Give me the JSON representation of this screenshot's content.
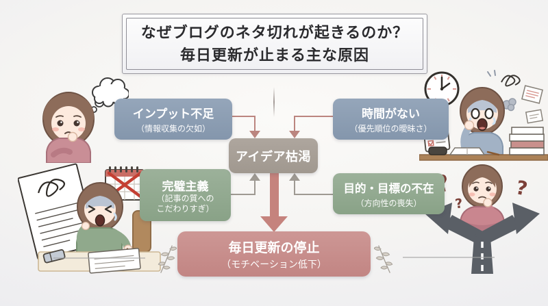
{
  "title": {
    "line1": "なぜブログのネタ切れが起きるのか？",
    "line2": "毎日更新が止まる主な原因"
  },
  "causes": [
    {
      "label": "インプット不足",
      "sub1": "（情報収集の欠如）"
    },
    {
      "label": "時間がない",
      "sub1": "（優先順位の曖昧さ）"
    },
    {
      "label": "完璧主義",
      "sub1": "（記事の質への",
      "sub2": "こだわりすぎ）"
    },
    {
      "label": "目的・目標の不在",
      "sub1": "（方向性の喪失）"
    }
  ],
  "center_node": {
    "label": "アイデア枯渇"
  },
  "result_node": {
    "label": "毎日更新の停止",
    "sub": "（モチベーション低下）"
  },
  "glyphs": {
    "question_mark": "?"
  },
  "colors": {
    "cause_blue": "#8c9db2",
    "cause_green": "#92a991",
    "center_taupe": "#a8a098",
    "result_rose": "#c98f8d",
    "arrow_rose": "#bb857f",
    "arrow_gray": "#9e9992",
    "main_arrow": "#c5837d",
    "calendar_x_red": "#c43f33",
    "title_text": "#2b2b2e"
  },
  "icons": {
    "top_left": "thought-bubble-icon",
    "top_right": [
      "clock-icon",
      "checklist-icon",
      "paper-stack-icon",
      "stress-scribble-icon",
      "flying-papers-icon"
    ],
    "bottom_left": [
      "scribbled-draft-icon",
      "calendar-x-icon",
      "eraser-icon"
    ],
    "bottom_right": [
      "crossroads-icon",
      "question-mark-icon"
    ],
    "decor": "leaf-sprig-icon"
  }
}
